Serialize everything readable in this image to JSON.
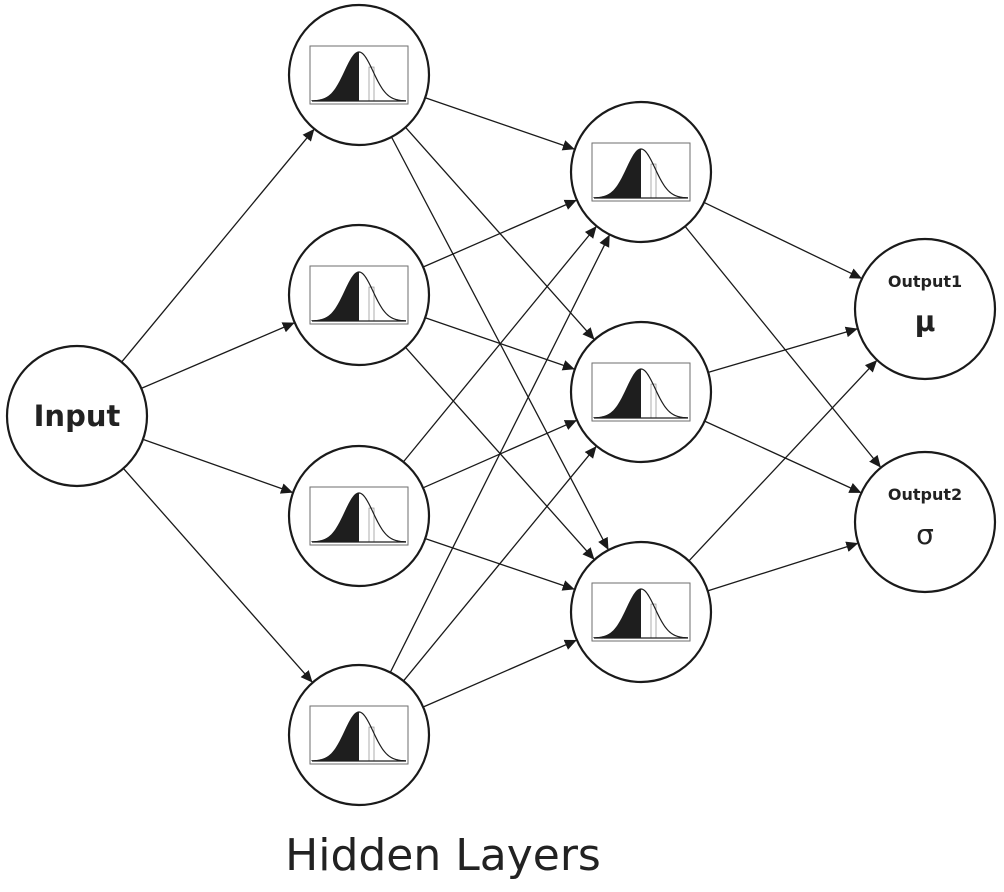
{
  "input_node": {
    "label": "Input"
  },
  "outputs": [
    {
      "label": "Output1",
      "symbol": "μ"
    },
    {
      "label": "Output2",
      "symbol": "σ"
    }
  ],
  "hidden_layers_caption": "Hidden Layers",
  "network": {
    "input_count": 1,
    "hidden_layer_1_count": 4,
    "hidden_layer_2_count": 3,
    "output_count": 2,
    "hidden_node_icon": "bell-curve-distribution-icon"
  }
}
